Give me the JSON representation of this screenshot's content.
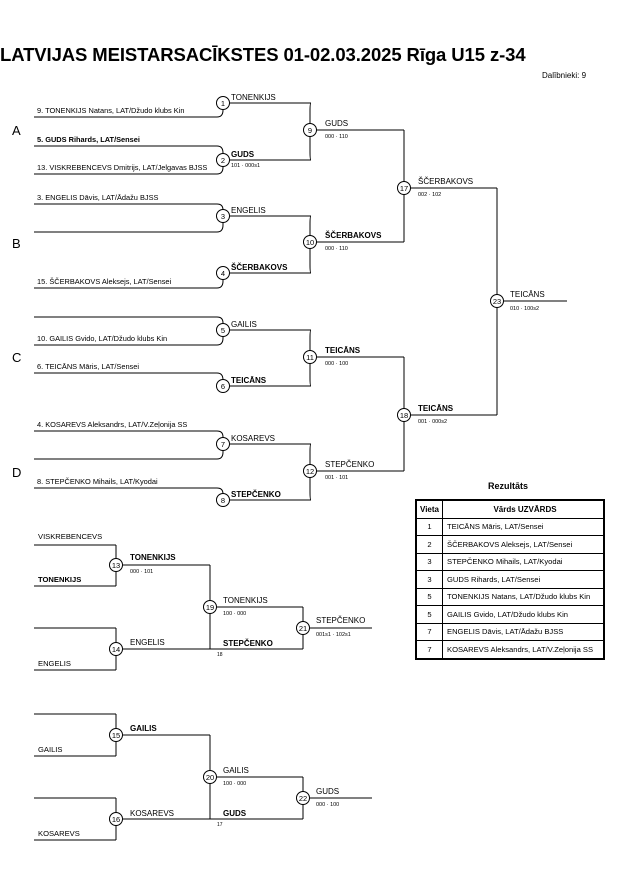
{
  "header": {
    "title": "LATVIJAS MEISTARSACĪKSTES  01-02.03.2025  Rīga    U15 z-34",
    "participants": "Dalībnieki: 9"
  },
  "pool_labels": [
    "A",
    "B",
    "C",
    "D"
  ],
  "entries": [
    "9. TONENKIJS Natans, LAT/Džudo klubs Kin",
    "5. GUDS Rihards, LAT/Sensei",
    "13. VISKREBENCEVS Dmitrijs, LAT/Jelgavas BJSS",
    "3. ENGELIS Dāvis, LAT/Ādažu BJSS",
    "15. ŠČERBAKOVS Aleksejs, LAT/Sensei",
    "10. GAILIS Gvido, LAT/Džudo klubs Kin",
    "6. TEICĀNS Māris, LAT/Sensei",
    "4. KOSAREVS Aleksandrs, LAT/V.Zeļonija SS",
    "8. STEPČENKO Mihails, LAT/Kyodai"
  ],
  "matches": [
    {
      "no": "1",
      "winner": "TONENKIJS",
      "score": ""
    },
    {
      "no": "2",
      "winner": "GUDS",
      "score": "101 · 000s1"
    },
    {
      "no": "3",
      "winner": "ENGELIS",
      "score": ""
    },
    {
      "no": "4",
      "winner": "ŠČERBAKOVS",
      "score": ""
    },
    {
      "no": "5",
      "winner": "GAILIS",
      "score": ""
    },
    {
      "no": "6",
      "winner": "TEICĀNS",
      "score": ""
    },
    {
      "no": "7",
      "winner": "KOSAREVS",
      "score": ""
    },
    {
      "no": "8",
      "winner": "STEPČENKO",
      "score": ""
    },
    {
      "no": "9",
      "winner": "GUDS",
      "score": "000 · 110"
    },
    {
      "no": "10",
      "winner": "ŠČERBAKOVS",
      "score": "000 · 110"
    },
    {
      "no": "11",
      "winner": "TEICĀNS",
      "score": "000 · 100"
    },
    {
      "no": "12",
      "winner": "STEPČENKO",
      "score": "001 · 101"
    },
    {
      "no": "17",
      "winner": "ŠČERBAKOVS",
      "score": "002 · 102"
    },
    {
      "no": "18",
      "winner": "TEICĀNS",
      "score": "001 · 000s2"
    },
    {
      "no": "23",
      "winner": "TEICĀNS",
      "score": "010 · 100s2"
    }
  ],
  "repechage": {
    "entries": [
      "VISKREBENCEVS",
      "TONENKIJS",
      "ENGELIS",
      "GAILIS",
      "KOSAREVS"
    ],
    "matches": [
      {
        "no": "13",
        "winner": "TONENKIJS",
        "score": "000 · 101"
      },
      {
        "no": "14",
        "winner": "ENGELIS",
        "score": ""
      },
      {
        "no": "19",
        "winner": "TONENKIJS",
        "score": "100 · 000"
      },
      {
        "no": "21",
        "winner": "STEPČENKO",
        "score": "001s1 · 102s1"
      },
      {
        "no": "15",
        "winner": "GAILIS",
        "score": ""
      },
      {
        "no": "16",
        "winner": "KOSAREVS",
        "score": ""
      },
      {
        "no": "20",
        "winner": "GAILIS",
        "score": "100 · 000"
      },
      {
        "no": "22",
        "winner": "GUDS",
        "score": "000 · 100"
      }
    ],
    "incoming": [
      {
        "name": "STEPČENKO",
        "ref": "18"
      },
      {
        "name": "GUDS",
        "ref": "17"
      }
    ]
  },
  "results": {
    "title": "Rezultāts",
    "headers": [
      "Vieta",
      "Vārds UZVĀRDS"
    ],
    "rows": [
      [
        "1",
        "TEICĀNS Māris, LAT/Sensei"
      ],
      [
        "2",
        "ŠČERBAKOVS Aleksejs, LAT/Sensei"
      ],
      [
        "3",
        "STEPČENKO Mihails, LAT/Kyodai"
      ],
      [
        "3",
        "GUDS Rihards, LAT/Sensei"
      ],
      [
        "5",
        "TONENKIJS Natans, LAT/Džudo klubs Kin"
      ],
      [
        "5",
        "GAILIS Gvido, LAT/Džudo klubs Kin"
      ],
      [
        "7",
        "ENGELIS Dāvis, LAT/Ādažu BJSS"
      ],
      [
        "7",
        "KOSAREVS Aleksandrs, LAT/V.Zeļonija SS"
      ]
    ]
  }
}
